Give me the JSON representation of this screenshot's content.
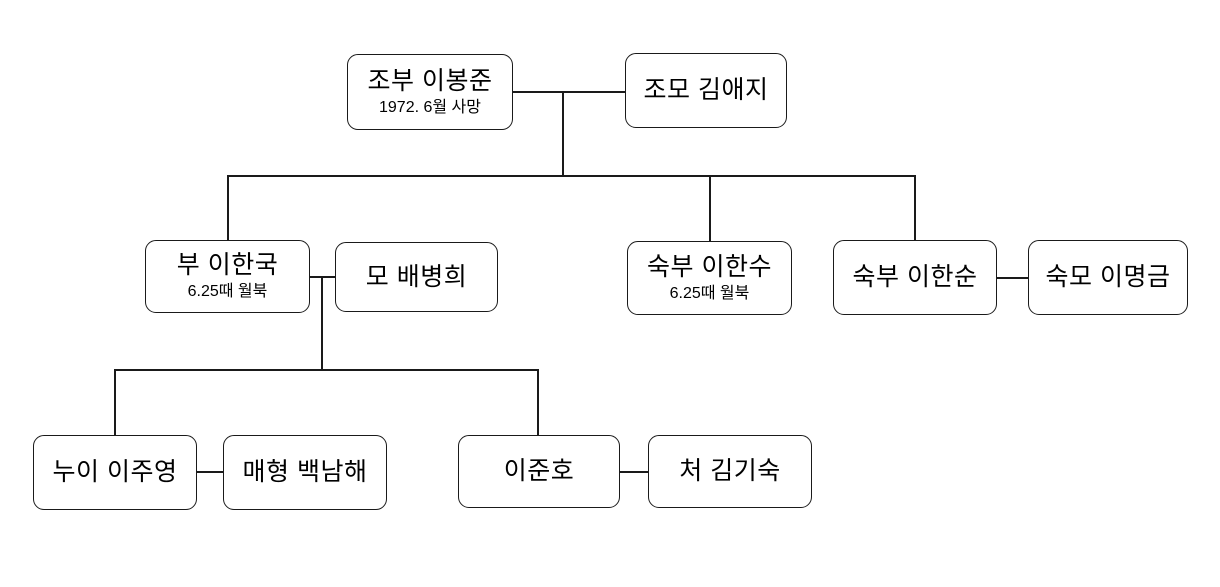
{
  "diagram": {
    "type": "family-tree",
    "background_color": "#ffffff",
    "line_color": "#1a1a1a",
    "box_border_color": "#1a1a1a",
    "text_color": "#000000",
    "nodes": [
      {
        "id": "grandfather",
        "title": "조부 이봉준",
        "subtitle": "1972. 6월 사망"
      },
      {
        "id": "grandmother",
        "title": "조모 김애지"
      },
      {
        "id": "father",
        "title": "부 이한국",
        "subtitle": "6.25때 월북"
      },
      {
        "id": "mother",
        "title": "모 배병희"
      },
      {
        "id": "uncle-hansu",
        "title": "숙부 이한수",
        "subtitle": "6.25때 월북"
      },
      {
        "id": "uncle-hansun",
        "title": "숙부 이한순"
      },
      {
        "id": "aunt",
        "title": "숙모 이명금"
      },
      {
        "id": "sister",
        "title": "누이 이주영"
      },
      {
        "id": "brother-in-law",
        "title": "매형 백남해"
      },
      {
        "id": "self",
        "title": "이준호"
      },
      {
        "id": "wife",
        "title": "처 김기숙"
      }
    ],
    "relations": [
      {
        "type": "marriage",
        "between": [
          "grandfather",
          "grandmother"
        ]
      },
      {
        "type": "children-of",
        "parents": [
          "grandfather",
          "grandmother"
        ],
        "children": [
          "father",
          "uncle-hansu",
          "uncle-hansun"
        ]
      },
      {
        "type": "marriage",
        "between": [
          "father",
          "mother"
        ]
      },
      {
        "type": "marriage",
        "between": [
          "uncle-hansun",
          "aunt"
        ]
      },
      {
        "type": "children-of",
        "parents": [
          "father",
          "mother"
        ],
        "children": [
          "sister",
          "self"
        ]
      },
      {
        "type": "marriage",
        "between": [
          "sister",
          "brother-in-law"
        ]
      },
      {
        "type": "marriage",
        "between": [
          "self",
          "wife"
        ]
      }
    ]
  }
}
